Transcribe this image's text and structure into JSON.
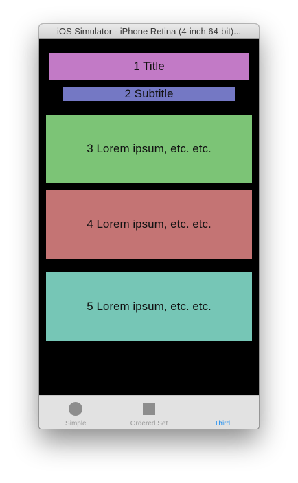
{
  "window": {
    "title": "iOS Simulator - iPhone Retina (4-inch 64-bit)..."
  },
  "content": {
    "blocks": [
      {
        "label": "1 Title",
        "color": "#c27ac6"
      },
      {
        "label": "2 Subtitle",
        "color": "#7478c4"
      },
      {
        "label": "3 Lorem ipsum, etc. etc.",
        "color": "#7cc476"
      },
      {
        "label": "4 Lorem ipsum, etc. etc.",
        "color": "#c47474"
      },
      {
        "label": "5 Lorem ipsum, etc. etc.",
        "color": "#76c6b6"
      }
    ]
  },
  "tabbar": {
    "tabs": [
      {
        "label": "Simple",
        "icon": "circle-icon",
        "active": false
      },
      {
        "label": "Ordered Set",
        "icon": "square-icon",
        "active": false
      },
      {
        "label": "Third",
        "icon": "none",
        "active": true
      }
    ],
    "active_color": "#1e8ef0",
    "inactive_color": "#9a9a9a"
  }
}
